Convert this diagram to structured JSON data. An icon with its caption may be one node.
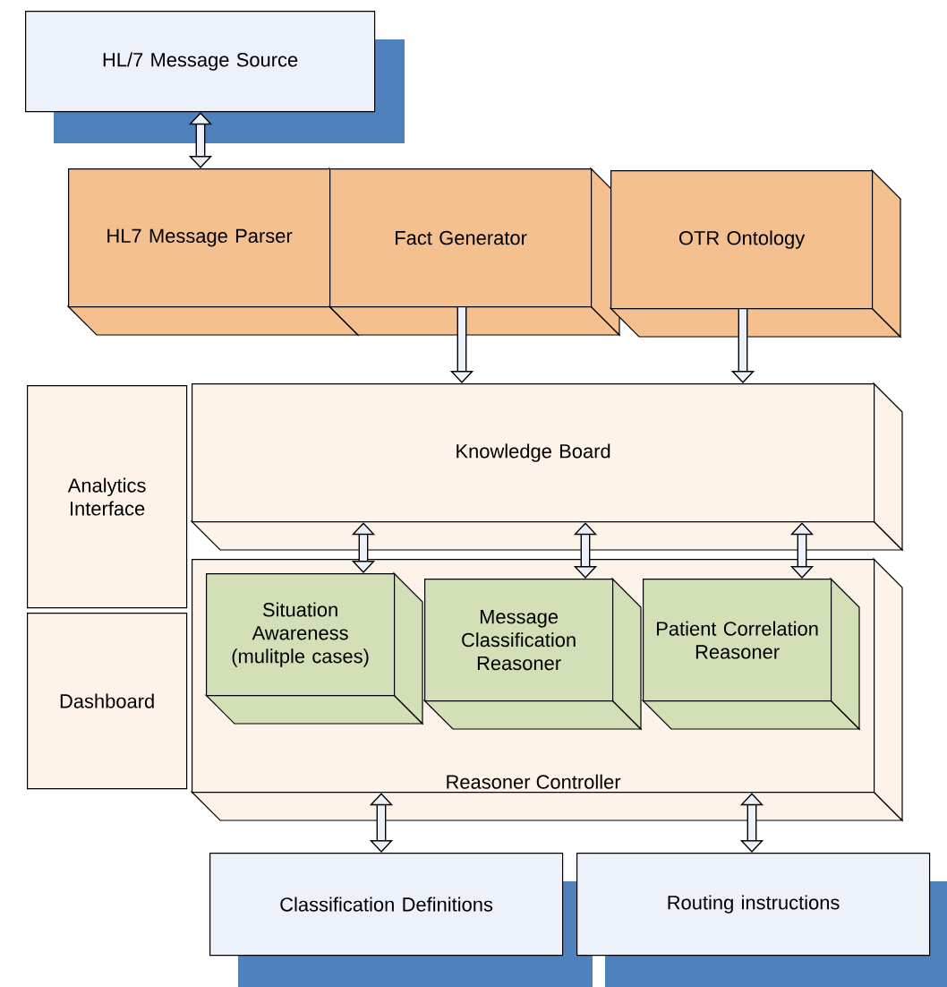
{
  "diagram": {
    "nodes": [
      {
        "text": [
          "HL/7 Message Source"
        ]
      },
      {
        "text": [
          "HL7 Message Parser"
        ]
      },
      {
        "text": [
          "Fact Generator"
        ]
      },
      {
        "text": [
          "OTR Ontology"
        ]
      },
      {
        "text": [
          "Analytics Interface"
        ]
      },
      {
        "text": [
          "Dashboard"
        ]
      },
      {
        "text": [
          "Knowledge Board"
        ]
      },
      {
        "text": [
          "Reasoner Controller"
        ]
      },
      {
        "text": [
          "Situation Awareness (mulitple cases)"
        ],
        "in": 7
      },
      {
        "text": [
          "Message Classification Reasoner"
        ],
        "in": 7
      },
      {
        "text": [
          "Patient Correlation Reasoner"
        ],
        "in": 7
      },
      {
        "text": [
          "Classification Definitions"
        ]
      },
      {
        "text": [
          "Routing instructions"
        ]
      }
    ],
    "edges": [
      {
        "from": 0,
        "to": 1,
        "arrow": "both"
      },
      {
        "from": 2,
        "to": 6,
        "arrow": "to"
      },
      {
        "from": 3,
        "to": 6,
        "arrow": "to"
      },
      {
        "from": 6,
        "to": 8,
        "arrow": "both"
      },
      {
        "from": 6,
        "to": 9,
        "arrow": "both"
      },
      {
        "from": 6,
        "to": 10,
        "arrow": "both"
      },
      {
        "from": 7,
        "to": 11,
        "arrow": "both"
      },
      {
        "from": 7,
        "to": 12,
        "arrow": "both"
      }
    ]
  }
}
